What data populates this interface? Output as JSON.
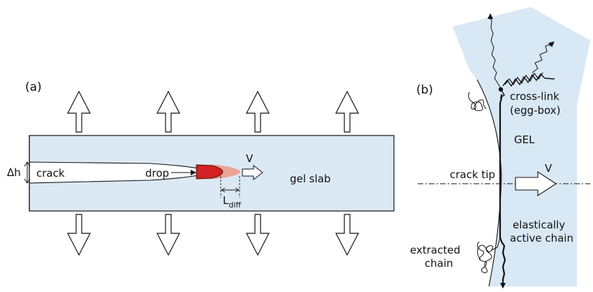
{
  "panel_a": {
    "label": "(a)",
    "delta_h": "Δh",
    "crack": "crack",
    "drop": "drop",
    "velocity": "V",
    "gel_slab": "gel slab",
    "l_main": "L",
    "l_sub": "diff"
  },
  "panel_b": {
    "label": "(b)",
    "cross_link_1": "cross-link",
    "cross_link_2": "(egg-box)",
    "gel": "GEL",
    "crack_tip": "crack tip",
    "velocity": "V",
    "active_chain_1": "elastically",
    "active_chain_2": "active chain",
    "extracted_1": "extracted",
    "extracted_2": "chain"
  },
  "colors": {
    "gel_fill": "#dbe9f5",
    "gel_panel_b": "#d8e8f5",
    "drop_red": "#d42020",
    "drop_halo": "#eba595",
    "stroke": "#111111"
  }
}
